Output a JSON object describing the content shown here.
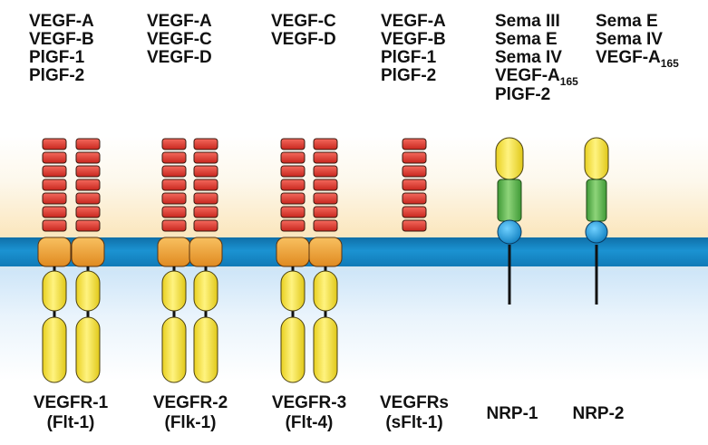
{
  "ligand_groups": [
    {
      "items": [
        "VEGF-A",
        "VEGF-B",
        "PlGF-1",
        "PlGF-2"
      ]
    },
    {
      "items": [
        "VEGF-A",
        "VEGF-C",
        "VEGF-D"
      ]
    },
    {
      "items": [
        "VEGF-C",
        "VEGF-D"
      ]
    },
    {
      "items": [
        "VEGF-A",
        "VEGF-B",
        "PlGF-1",
        "PlGF-2"
      ]
    },
    {
      "items": [
        "Sema III",
        "Sema E",
        "Sema IV",
        "VEGF-A",
        "PlGF-2"
      ],
      "sub": {
        "3": "165"
      }
    },
    {
      "items": [
        "Sema E",
        "Sema IV",
        "VEGF-A"
      ],
      "sub": {
        "2": "165"
      }
    }
  ],
  "receptors": [
    {
      "line1": "VEGFR-1",
      "line2": "(Flt-1)"
    },
    {
      "line1": "VEGFR-2",
      "line2": "(Flk-1)"
    },
    {
      "line1": "VEGFR-3",
      "line2": "(Flt-4)"
    },
    {
      "line1": "VEGFRs",
      "line2": "(sFlt-1)"
    },
    {
      "line1": "NRP-1",
      "line2": ""
    },
    {
      "line1": "NRP-2",
      "line2": ""
    }
  ],
  "colors": {
    "red_domain": "#e0342c",
    "orange_domain": "#f0a030",
    "yellow_domain": "#f0e040",
    "green_domain": "#58b848",
    "blue_domain": "#1fa0e0",
    "membrane": "#1b8fcf"
  }
}
